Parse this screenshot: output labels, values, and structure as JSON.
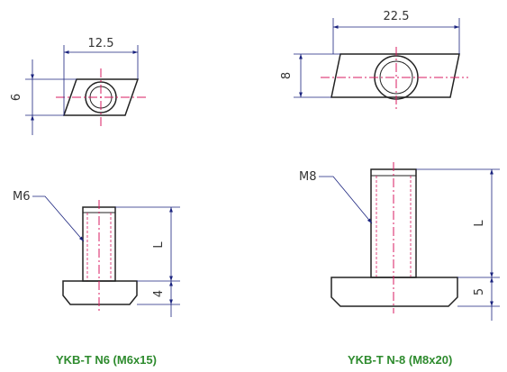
{
  "colors": {
    "outline": "#222222",
    "dimension": "#1a237e",
    "centerline": "#d81b60",
    "caption": "#2e8b2e"
  },
  "left_part": {
    "top_view": {
      "width_label": "12.5",
      "height_label": "6"
    },
    "side_view": {
      "thread_label": "M6",
      "shank_length_label": "L",
      "head_height_label": "4"
    },
    "caption": "YKB-T N6 (M6x15)"
  },
  "right_part": {
    "top_view": {
      "width_label": "22.5",
      "height_label": "8"
    },
    "side_view": {
      "thread_label": "M8",
      "shank_length_label": "L",
      "head_height_label": "5"
    },
    "caption": "YKB-T N-8 (M8x20)"
  }
}
